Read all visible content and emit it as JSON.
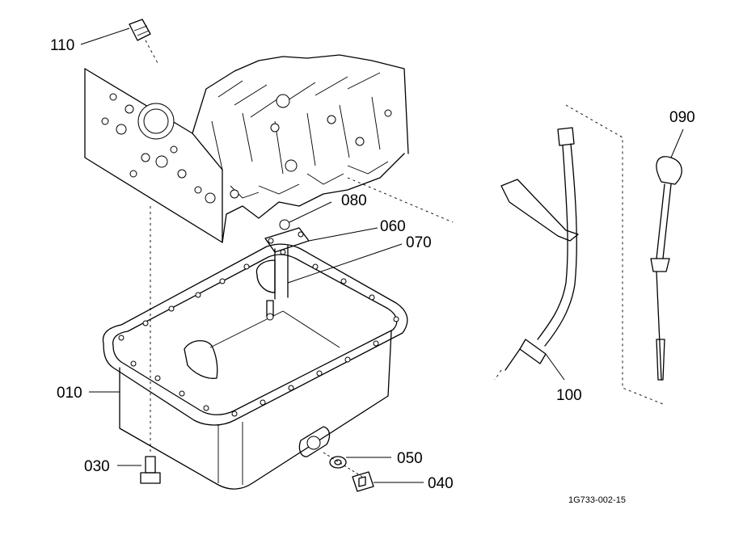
{
  "diagram": {
    "labels": {
      "p010": "010",
      "p030": "030",
      "p040": "040",
      "p050": "050",
      "p060": "060",
      "p070": "070",
      "p080": "080",
      "p090": "090",
      "p100": "100",
      "p110": "110"
    },
    "reference_code": "1G733-002-15"
  }
}
